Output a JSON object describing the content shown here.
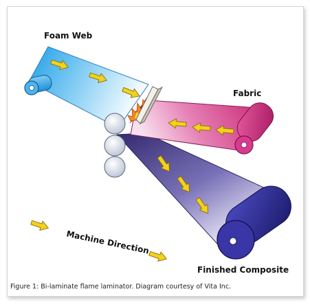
{
  "labels": {
    "foam_web": "Foam Web",
    "fabric": "Fabric",
    "machine_direction": "Machine Direction",
    "finished_composite": "Finished Composite"
  },
  "caption": "Figure 1: Bi-laminate flame laminator. Diagram courtesy of Vita Inc.",
  "colors": {
    "foam_web": "#35a9e8",
    "fabric": "#d42d88",
    "composite": "#3a2f8f",
    "arrow": "#f2d21a",
    "flame": "#f08b1c",
    "rollers": "#dfe6f0"
  }
}
